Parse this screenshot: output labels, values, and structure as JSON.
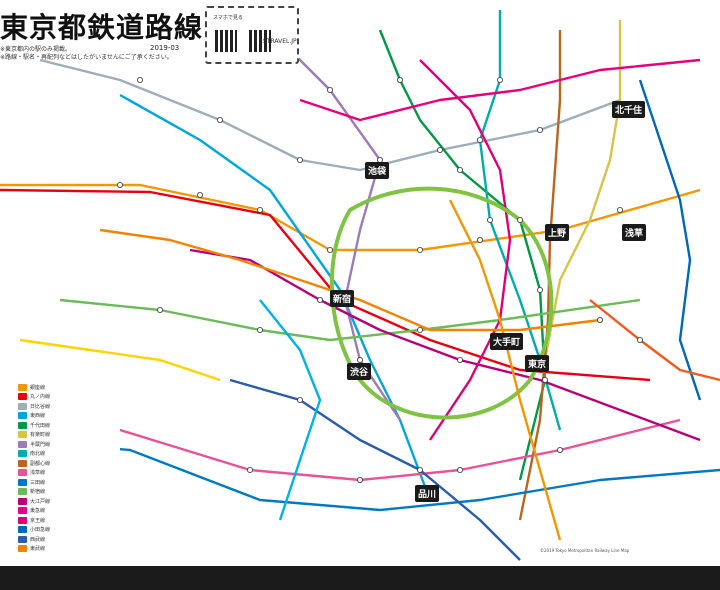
{
  "map": {
    "title": "東京都鉄道路線図",
    "edition": "2019-03",
    "subnote_1": "※東京都内の駅のみ掲載。",
    "subnote_2": "※路線・駅名・再配列などはしたがいませんにご了承ください。",
    "qr_caption": "スマホで見る",
    "brand": "STRAVEL.JP",
    "footer_note": "©2019 Tokyo Metropolitan Railway Line Map"
  },
  "hubs": [
    {
      "name": "池袋",
      "key": "ikebukuro"
    },
    {
      "name": "上野",
      "key": "ueno"
    },
    {
      "name": "北千住",
      "key": "kitasenju"
    },
    {
      "name": "浅草",
      "key": "asakusa"
    },
    {
      "name": "新宿",
      "key": "shinjuku"
    },
    {
      "name": "大手町",
      "key": "otemachi"
    },
    {
      "name": "東京",
      "key": "tokyo"
    },
    {
      "name": "渋谷",
      "key": "shibuya"
    },
    {
      "name": "品川",
      "key": "shinagawa"
    }
  ],
  "legend": [
    {
      "label": "銀座線",
      "color": "#f39700"
    },
    {
      "label": "丸ノ内線",
      "color": "#e60012"
    },
    {
      "label": "日比谷線",
      "color": "#9caeb7"
    },
    {
      "label": "東西線",
      "color": "#00a7db"
    },
    {
      "label": "千代田線",
      "color": "#009944"
    },
    {
      "label": "有楽町線",
      "color": "#d7c447"
    },
    {
      "label": "半蔵門線",
      "color": "#9b7cb6"
    },
    {
      "label": "南北線",
      "color": "#00ada9"
    },
    {
      "label": "副都心線",
      "color": "#bb641d"
    },
    {
      "label": "浅草線",
      "color": "#e85298"
    },
    {
      "label": "三田線",
      "color": "#0079c2"
    },
    {
      "label": "新宿線",
      "color": "#6cbb5a"
    },
    {
      "label": "大江戸線",
      "color": "#b6007a"
    },
    {
      "label": "東急線",
      "color": "#e4007f"
    },
    {
      "label": "京王線",
      "color": "#dd0077"
    },
    {
      "label": "小田急線",
      "color": "#0068b7"
    },
    {
      "label": "西武線",
      "color": "#2a5caa"
    },
    {
      "label": "東武線",
      "color": "#f08300"
    }
  ],
  "colors": {
    "yamanote": "#80c241",
    "chuo": "#f15a22",
    "keihin": "#00b2e5",
    "sobu": "#ffd400",
    "background": "#ffffff"
  }
}
